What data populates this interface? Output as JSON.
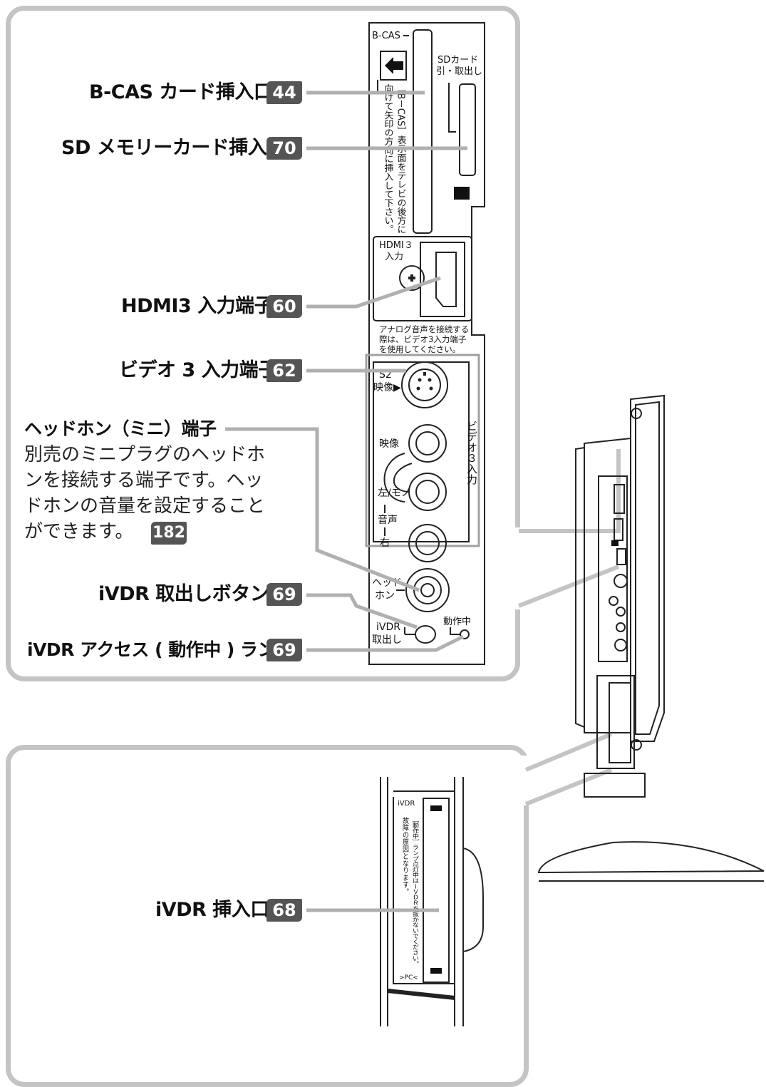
{
  "labels": {
    "bcas": "B-CAS カード挿入口",
    "sd": "SD メモリーカード挿入口",
    "hdmi3": "HDMI3 入力端子",
    "video3": "ビデオ 3 入力端子",
    "headphone": "ヘッドホン（ミニ）端子",
    "headphone_desc": [
      "別売のミニプラグのヘッドホ",
      "ンを接続する端子です。ヘッ",
      "ドホンの音量を設定すること",
      "ができます。"
    ],
    "ivdr_eject": "iVDR 取出しボタン",
    "ivdr_lamp": "iVDR アクセス ( 動作中 ) ランプ",
    "ivdr_slot": "iVDR 挿入口"
  },
  "page_refs": {
    "bcas": "44",
    "sd": "70",
    "hdmi3": "60",
    "video3": "62",
    "headphone": "182",
    "ivdr_eject": "69",
    "ivdr_lamp": "69",
    "ivdr_slot": "68"
  },
  "panel_text": {
    "bcas_tag": "B-CAS",
    "bcas_instruction": "［B－CAS］表示面をテレビの後方に向けて矢印の方向に挿入して下さい。",
    "sd_eject": [
      "SDカード",
      "引・取出し"
    ],
    "hdmi_tag": [
      "HDMI３",
      "入力"
    ],
    "analog_note": [
      "アナログ音声を接続する",
      "際は、ビデオ3入力端子",
      "を使用してください。"
    ],
    "s2_video": [
      "S2",
      "映像"
    ],
    "video": "映像",
    "left_mono": "左/モノ",
    "audio": "音声",
    "right": "右",
    "video3_input": "ビデオ３入力",
    "headphone_jack": [
      "ヘッド",
      "ホン"
    ],
    "ivdr_eject": [
      "iVDR",
      "取出し"
    ],
    "in_operation": "動作中",
    "ivdr_slot_tag": "iVDR",
    "ivdr_warning": [
      "［動作中］ランプ点灯中はｉＶＤＲを抜かないでください。",
      "故障の原因となります。"
    ],
    "pc_mark": ">PC<"
  },
  "colors": {
    "frame": "#c4c4c4",
    "badge": "#555555",
    "leader": "#b0b0b0"
  }
}
